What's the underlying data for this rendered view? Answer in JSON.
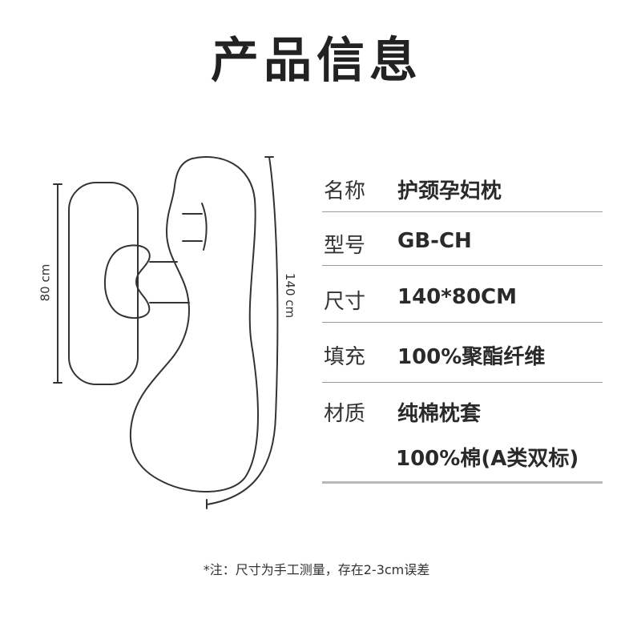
{
  "title": "产品信息",
  "dimensions": {
    "width_label": "80 cm",
    "length_label": "140 cm"
  },
  "specs": {
    "name": {
      "label": "名称",
      "value": "护颈孕妇枕"
    },
    "model": {
      "label": "型号",
      "value": "GB-CH"
    },
    "size": {
      "label": "尺寸",
      "value": "140*80CM"
    },
    "filling": {
      "label": "填充",
      "value": "100%聚酯纤维"
    },
    "material": {
      "label": "材质",
      "value": "纯棉枕套",
      "value_line2": "100%棉(A类双标)"
    }
  },
  "note": "*注：尺寸为手工测量，存在2-3cm误差",
  "colors": {
    "title": "#222222",
    "outline": "#333333",
    "divider": "#9c9c9c"
  }
}
